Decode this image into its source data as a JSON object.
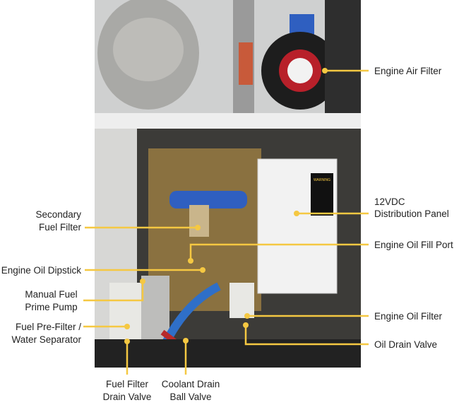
{
  "colors": {
    "leader": "#f5c842",
    "text": "#222222"
  },
  "callouts": {
    "air_filter": "Engine Air Filter",
    "panel_1": "12VDC",
    "panel_2": "Distribution Panel",
    "oil_fill": "Engine Oil Fill Port",
    "oil_filter": "Engine Oil Filter",
    "oil_drain": "Oil Drain Valve",
    "secondary_1": "Secondary",
    "secondary_2": "Fuel Filter",
    "dipstick": "Engine Oil Dipstick",
    "prime_1": "Manual Fuel",
    "prime_2": "Prime Pump",
    "prefilter_1": "Fuel Pre-Filter /",
    "prefilter_2": "Water Separator",
    "fuel_drain_1": "Fuel Filter",
    "fuel_drain_2": "Drain Valve",
    "coolant_1": "Coolant Drain",
    "coolant_2": "Ball Valve"
  },
  "photo_labels": {
    "warning": "WARNING"
  }
}
